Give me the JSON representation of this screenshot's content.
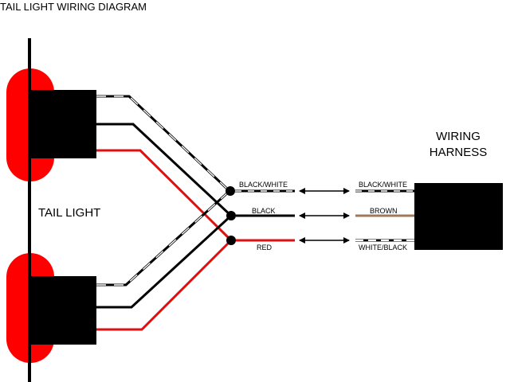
{
  "title": "TAIL LIGHT WIRING DIAGRAM",
  "tail_light_label": "TAIL LIGHT",
  "harness_label": {
    "line1": "WIRING",
    "line2": "HARNESS"
  },
  "tail_light_wires": {
    "black_white": "BLACK/WHITE",
    "black": "BLACK",
    "red": "RED"
  },
  "harness_wires": {
    "black_white": "BLACK/WHITE",
    "brown": "BROWN",
    "white_black": "WHITE/BLACK"
  },
  "colors": {
    "lamp_red": "#ff0000",
    "wire_red": "#dd1111",
    "wire_black": "#000000",
    "wire_brown": "#a0785a",
    "stripe_white": "#ffffff"
  }
}
